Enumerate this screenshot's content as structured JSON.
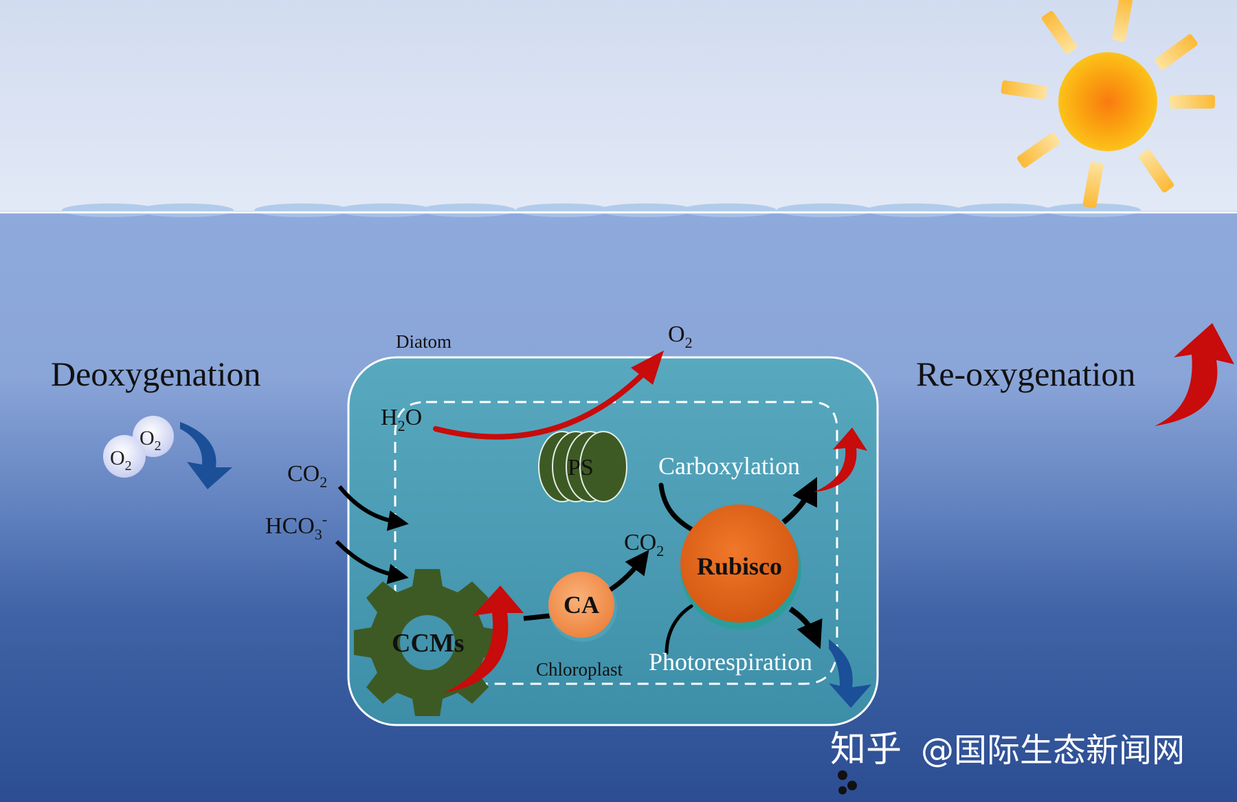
{
  "labels": {
    "deoxygenation": "Deoxygenation",
    "reoxygenation": "Re-oxygenation",
    "diatom": "Diatom",
    "chloroplast": "Chloroplast",
    "o2_top": "O",
    "o2_top_sub": "2",
    "h2o_h": "H",
    "h2o_sub": "2",
    "h2o_o": "O",
    "co2_outside": "CO",
    "co2_outside_sub": "2",
    "hco3": "HCO",
    "hco3_sub": "3",
    "hco3_sup": "-",
    "co2_inside": "CO",
    "co2_inside_sub": "2",
    "ps": "PS",
    "ccms": "CCMs",
    "ca": "CA",
    "rubisco": "Rubisco",
    "carboxylation": "Carboxylation",
    "photorespiration": "Photorespiration",
    "bubble_o": "O",
    "bubble_sub": "2"
  },
  "watermark": {
    "platform": "知乎",
    "account": "@国际生态新闻网"
  },
  "colors": {
    "sky_top": "#d5e0f2",
    "sea_top": "#8ea9db",
    "sea_bottom": "#2e4f94",
    "cell_fill": "#4fa1b6",
    "gear_fill": "#3d5a24",
    "ca_fill": "#f39a5a",
    "rubisco_fill": "#e8661c",
    "red_arrow": "#c80b0b",
    "blue_arrow": "#1b4f98",
    "sun": "#fbb100"
  }
}
